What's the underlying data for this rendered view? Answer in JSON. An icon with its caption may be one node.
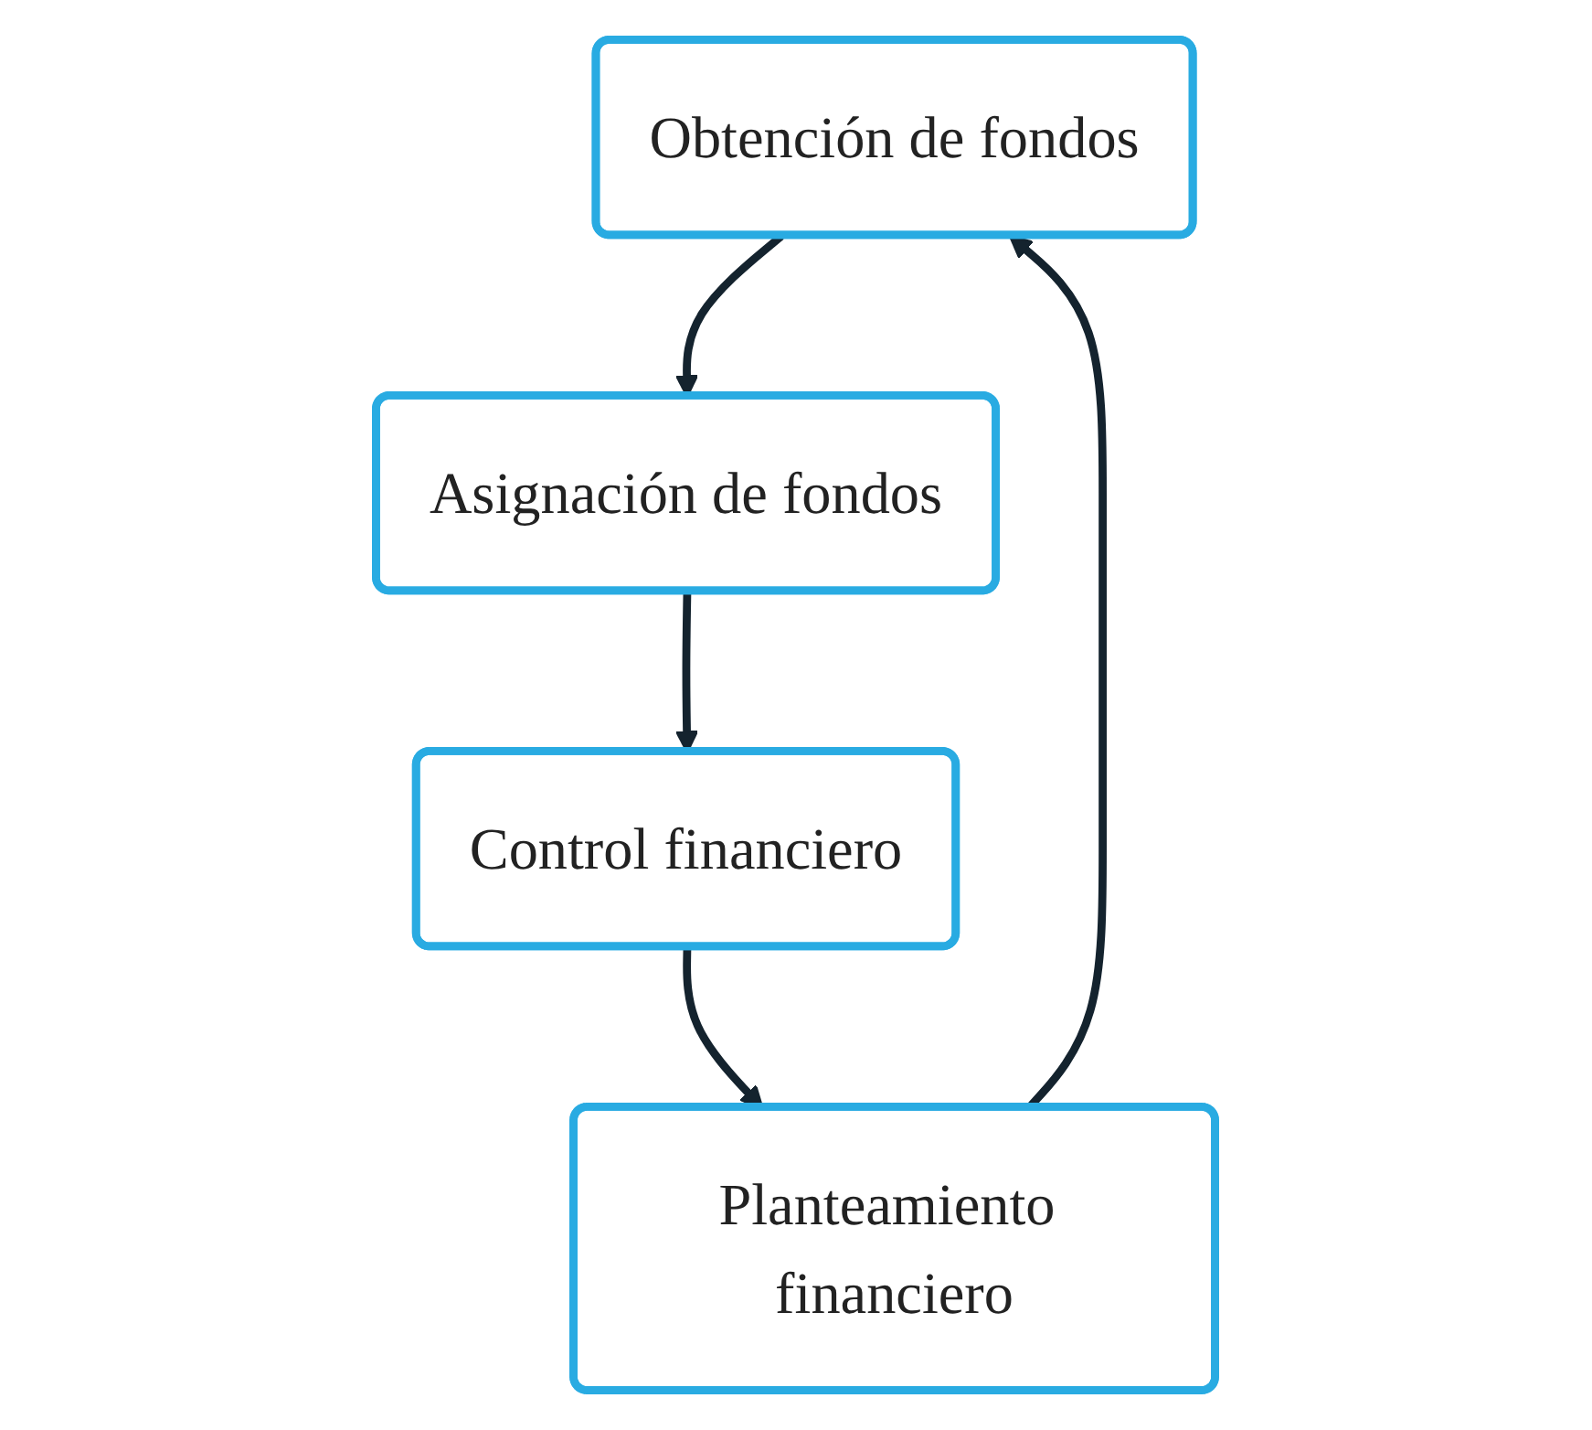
{
  "diagram": {
    "nodes": [
      {
        "text": [
          "Obtención de fondos"
        ]
      },
      {
        "text": [
          "Asignación de fondos"
        ]
      },
      {
        "text": [
          "Control financiero"
        ]
      },
      {
        "text": [
          "Planteamiento financiero"
        ]
      }
    ],
    "edges": [
      {
        "from": 0,
        "to": 1,
        "arrow": "to"
      },
      {
        "from": 1,
        "to": 2,
        "arrow": "to"
      },
      {
        "from": 2,
        "to": 3,
        "arrow": "to"
      },
      {
        "from": 3,
        "to": 0,
        "arrow": "to"
      }
    ]
  }
}
